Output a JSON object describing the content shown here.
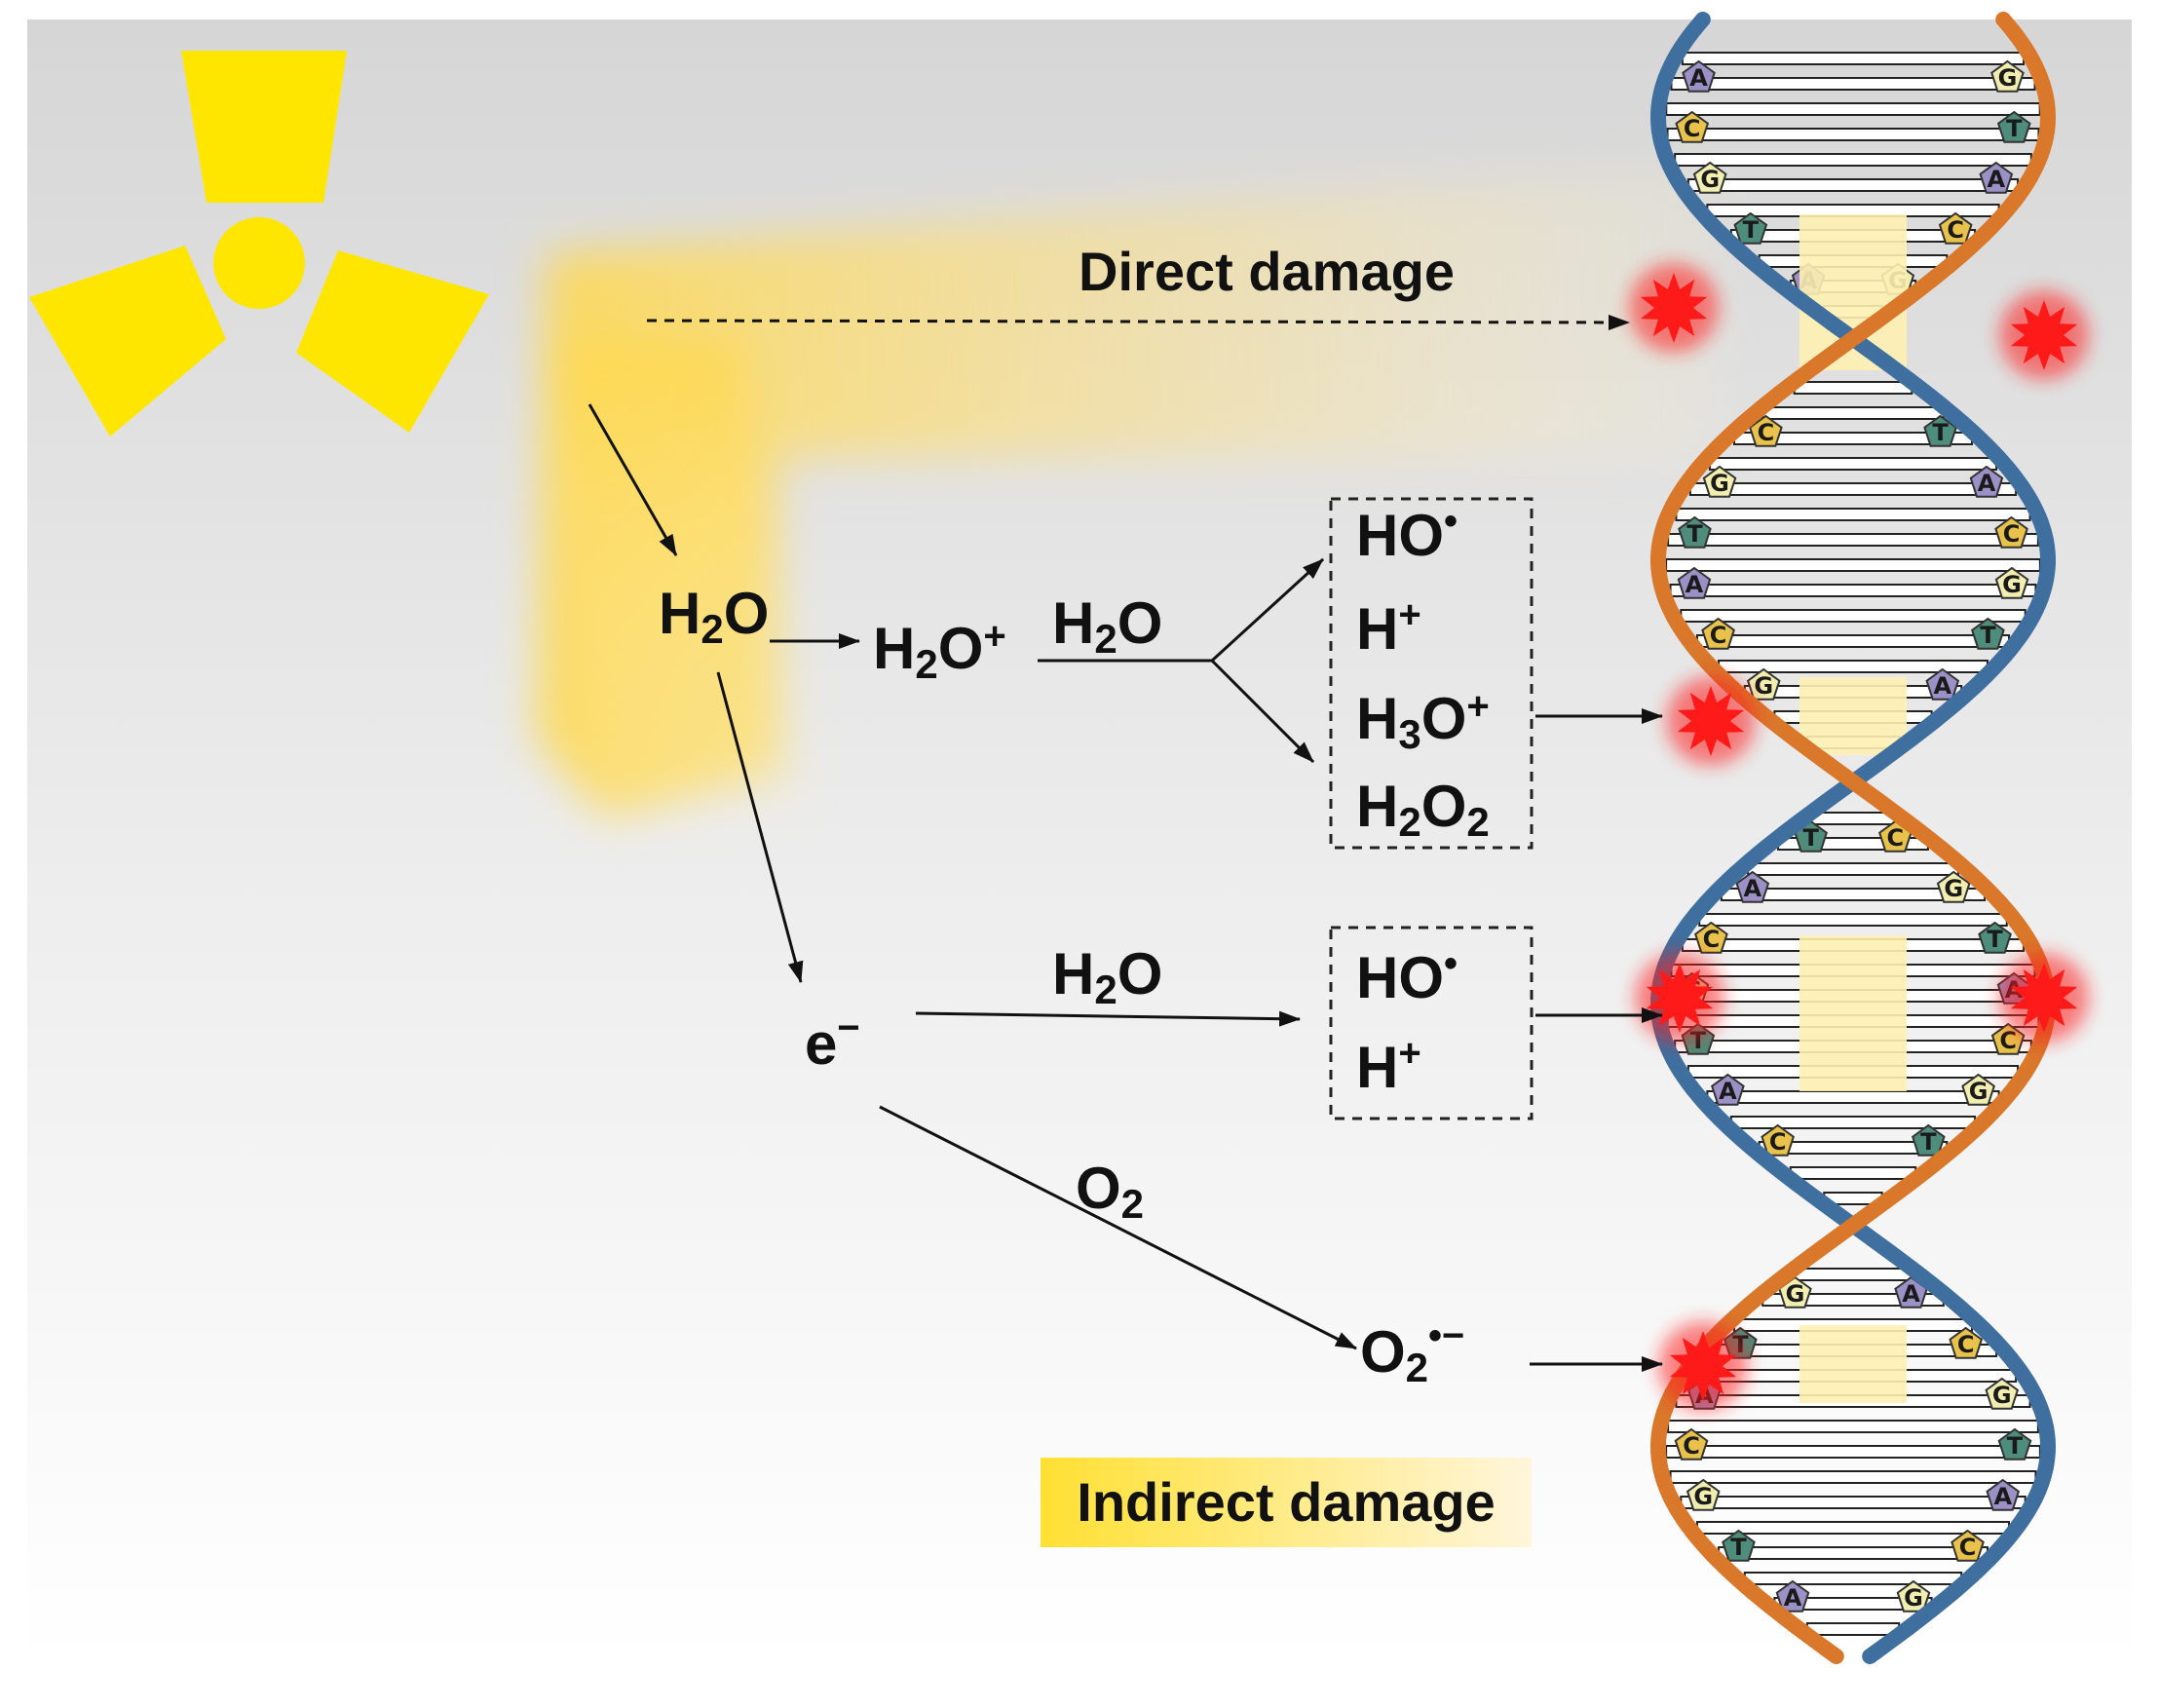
{
  "labels": {
    "direct_damage": "Direct damage",
    "indirect_damage": "Indirect damage"
  },
  "species": {
    "water_source": {
      "base": "H",
      "sub": "2",
      "tail": "O"
    },
    "water_cation": {
      "base": "H",
      "sub": "2",
      "tail": "O",
      "sup": "+"
    },
    "reactant_water_1": {
      "base": "H",
      "sub": "2",
      "tail": "O"
    },
    "electron": {
      "base": "e",
      "sup": "−"
    },
    "reactant_water_2": {
      "base": "H",
      "sub": "2",
      "tail": "O"
    },
    "reactant_oxygen": {
      "base": "O",
      "sub": "2"
    },
    "superoxide": {
      "base": "O",
      "sub": "2",
      "sup": "•−"
    }
  },
  "product_box_1": [
    {
      "base": "HO",
      "sup": "•"
    },
    {
      "base": "H",
      "sup": "+"
    },
    {
      "base": "H",
      "sub": "3",
      "tail": "O",
      "sup": "+"
    },
    {
      "base": "H",
      "sub": "2",
      "tail": "O",
      "sub2": "2"
    }
  ],
  "product_box_2": [
    {
      "base": "HO",
      "sup": "•"
    },
    {
      "base": "H",
      "sup": "+"
    }
  ],
  "dna_bases": [
    "A",
    "C",
    "G",
    "T"
  ],
  "colors": {
    "radiation_symbol": "#FFE600",
    "glow": "#FFD84A",
    "strand_blue": "#3F6F9E",
    "strand_orange": "#D9772B",
    "damage_star": "#FF1A1A",
    "base_A": "#9B91C6",
    "base_C": "#E8C24A",
    "base_G": "#F1EEB0",
    "base_T": "#4E8C7B"
  },
  "icons": [
    "radiation-trefoil-icon",
    "dna-double-helix",
    "damage-burst-icon"
  ]
}
